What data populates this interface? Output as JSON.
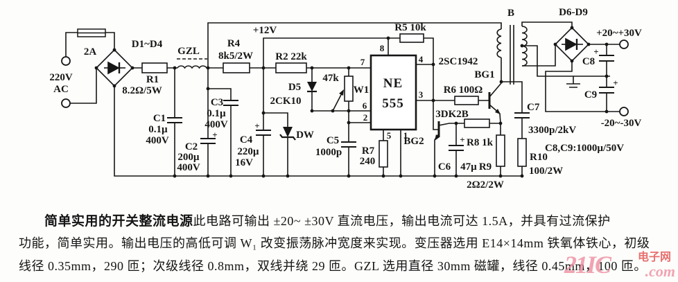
{
  "circuit": {
    "fuse": "2A",
    "vin": "220V",
    "vac": "AC",
    "d14": "D1~D4",
    "r1": "R1",
    "r1v": "8.2Ω/5W",
    "gzl": "GZL",
    "c1": "C1",
    "c1a": "0.1µ",
    "c1b": "400V",
    "c2": "C2",
    "c2a": "200µ",
    "c2b": "400V",
    "r4": "R4",
    "r4v": "8k5/2W",
    "v12": "+12V",
    "c3": "C3",
    "c3a": "0.1µ",
    "c3b": "400V",
    "c4": "C4",
    "c4a": "220µ",
    "c4b": "16V",
    "r2": "R2 22k",
    "d5": "D5",
    "d5v": "2CK10",
    "dw": "DW",
    "w1": "W1",
    "w1v": "47k",
    "c5": "C5",
    "c5v": "1000p",
    "r7": "R7",
    "r7v": "240",
    "ne": "NE",
    "n555": "555",
    "p1": "1",
    "p2": "2",
    "p3": "3",
    "p4": "4",
    "p5": "5",
    "p6": "6",
    "p7": "7",
    "p8": "8",
    "r5": "R5 10k",
    "q1": "2SC1942",
    "bg1": "BG1",
    "r6": "R6 100Ω",
    "q2": "3DK2B",
    "bg2": "BG2",
    "r8": "R8 1k",
    "c6": "C6",
    "c6v": "47µ",
    "r9": "R9",
    "r9v": "2Ω2/2W",
    "c7": "C7",
    "c7v": "3300p/2kV",
    "r10": "R10",
    "r10v": "100/2W",
    "b": "B",
    "d69": "D6-D9",
    "outp": "+20~+30V",
    "outn": "-20~-30V",
    "c8": "C8",
    "c9": "C9",
    "c89": "C8,C9:1000µ/50V",
    "plus": "+"
  },
  "description": {
    "title": "简单实用的开关整流电源",
    "line1": "此电路可输出 ±20~ ±30V 直流电压，输出电流可达 1.5A，并具有过流保护",
    "line2": "功能，简单实用。输出电压的高低可调 W₁ 改变振荡脉冲宽度来实现。变压器选用 E14×14mm 铁氧体铁心，初级",
    "line3": "线径 0.35mm，290 匝；次级线径 0.8mm，双线并绕 29 匝。GZL 选用直径 30mm 磁罐，线径 0.45mm，100 匝。"
  },
  "watermark": {
    "brand": "21IC",
    "site": "电子网",
    "domain": ".com"
  }
}
